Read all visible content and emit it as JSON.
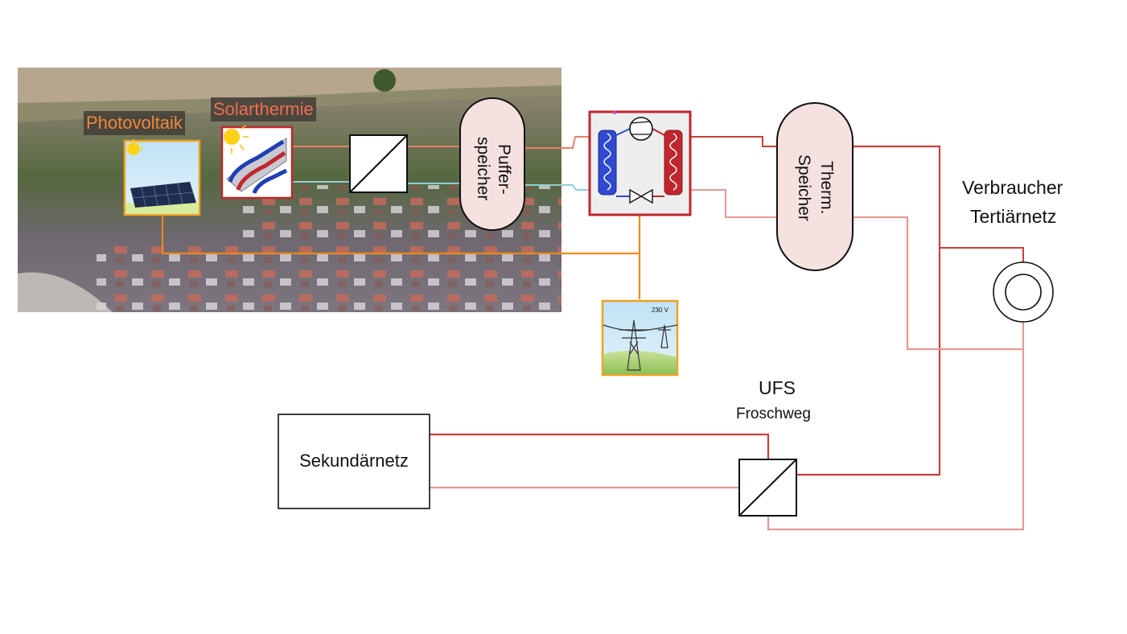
{
  "labels": {
    "photovoltaik": "Photovoltaik",
    "solarthermie": "Solarthermie",
    "puffer_line1": "Puffer-",
    "puffer_line2": "speicher",
    "therm_line1": "Therm.",
    "therm_line2": "Speicher",
    "verbraucher_line1": "Verbraucher",
    "verbraucher_line2": "Tertiärnetz",
    "ufs": "UFS",
    "froschweg": "Froschweg",
    "sekundaernetz": "Sekundärnetz",
    "grid_voltage": "230 V"
  },
  "colors": {
    "supply_line": "#c9403a",
    "return_line": "#e39a93",
    "electric_line": "#e98a1c",
    "solar_supply": "#e8806e",
    "solar_return": "#8ccfd6",
    "storage_fill": "#f5e1df",
    "heatpump_frame": "#c0262e",
    "icon_frame": "#f1a11f",
    "label_orange": "#f0883a",
    "label_salmon": "#f06e52"
  },
  "icons": {
    "photovoltaik": "solar-panel-icon",
    "solarthermie": "solar-collector-icon",
    "heat_exchanger": "heat-exchanger-icon",
    "heat_pump": "heat-pump-icon",
    "power_grid": "power-pylon-icon",
    "consumer": "consumer-ring-icon"
  }
}
